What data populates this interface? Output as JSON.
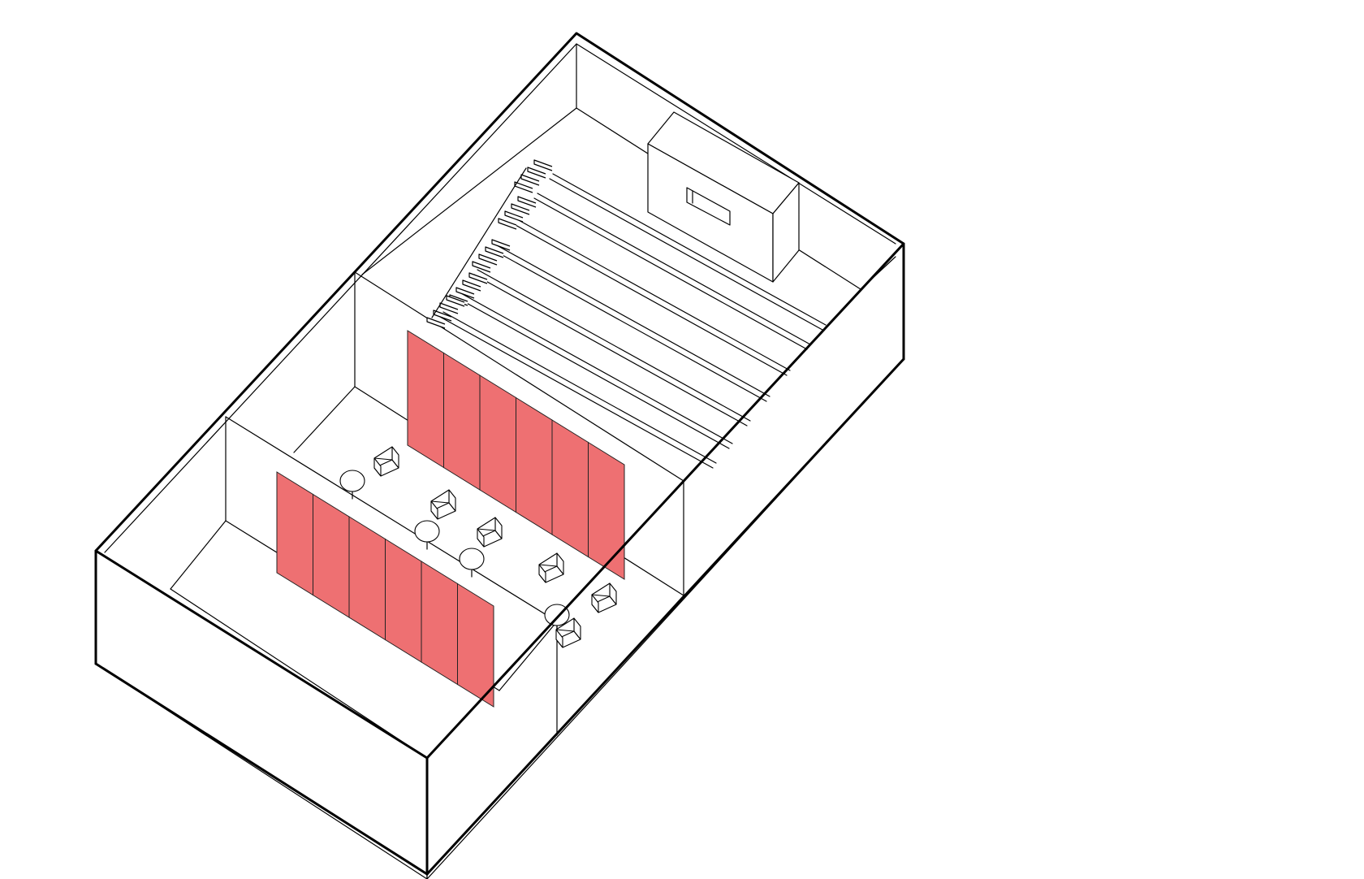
{
  "colors": {
    "background": "#ffffff",
    "outline": "#000000",
    "acoustic_panel": "#ee7072"
  },
  "drawing": {
    "view": "isometric",
    "elements": [
      "building-shell",
      "tiered-seating",
      "staircase",
      "projection-booth",
      "acoustic-panels",
      "lounge-chairs",
      "round-tables"
    ]
  }
}
